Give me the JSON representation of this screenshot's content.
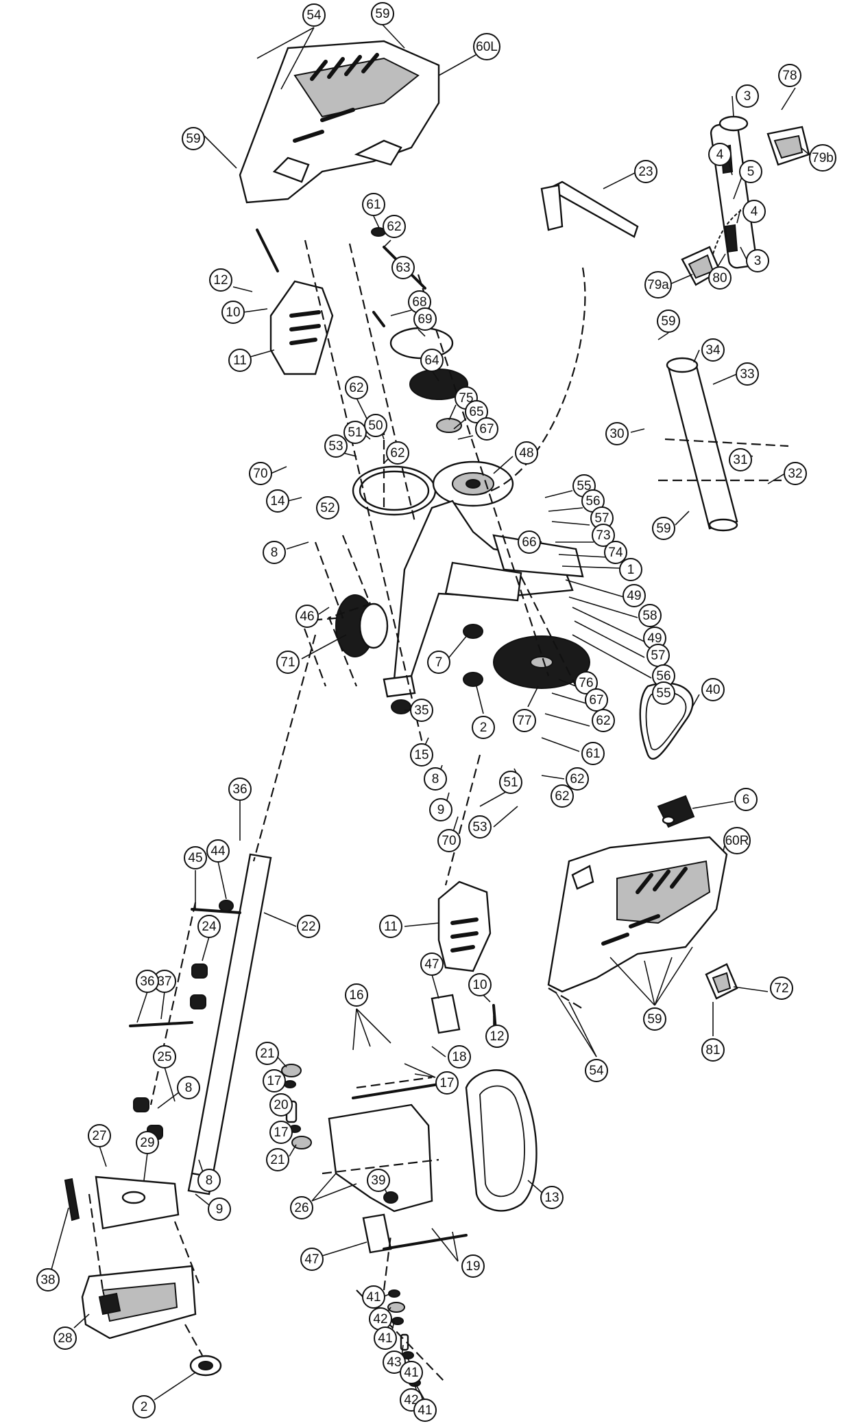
{
  "diagram": {
    "type": "exploded-parts-view",
    "callouts": [
      {
        "id": "54-top",
        "label": "54",
        "leaders": "multi"
      },
      {
        "id": "59-top",
        "label": "59"
      },
      {
        "id": "60L",
        "label": "60L"
      },
      {
        "id": "59-left",
        "label": "59"
      },
      {
        "id": "3-top",
        "label": "3"
      },
      {
        "id": "78",
        "label": "78"
      },
      {
        "id": "79b",
        "label": "79b"
      },
      {
        "id": "4-a",
        "label": "4"
      },
      {
        "id": "5",
        "label": "5"
      },
      {
        "id": "4-b",
        "label": "4"
      },
      {
        "id": "3-bottom",
        "label": "3"
      },
      {
        "id": "80",
        "label": "80"
      },
      {
        "id": "79a",
        "label": "79a"
      },
      {
        "id": "23",
        "label": "23"
      },
      {
        "id": "61-top",
        "label": "61"
      },
      {
        "id": "62-a",
        "label": "62"
      },
      {
        "id": "63",
        "label": "63"
      },
      {
        "id": "68",
        "label": "68"
      },
      {
        "id": "69",
        "label": "69"
      },
      {
        "id": "64",
        "label": "64"
      },
      {
        "id": "75",
        "label": "75"
      },
      {
        "id": "65",
        "label": "65"
      },
      {
        "id": "67-a",
        "label": "67"
      },
      {
        "id": "12-top",
        "label": "12"
      },
      {
        "id": "10-top",
        "label": "10"
      },
      {
        "id": "11-top",
        "label": "11"
      },
      {
        "id": "62-b",
        "label": "62"
      },
      {
        "id": "51-top",
        "label": "51"
      },
      {
        "id": "50",
        "label": "50"
      },
      {
        "id": "53-top",
        "label": "53"
      },
      {
        "id": "62-c",
        "label": "62"
      },
      {
        "id": "48",
        "label": "48"
      },
      {
        "id": "70-top",
        "label": "70"
      },
      {
        "id": "14",
        "label": "14"
      },
      {
        "id": "52",
        "label": "52"
      },
      {
        "id": "8-top",
        "label": "8"
      },
      {
        "id": "59-mid",
        "label": "59"
      },
      {
        "id": "34",
        "label": "34"
      },
      {
        "id": "33",
        "label": "33"
      },
      {
        "id": "30",
        "label": "30"
      },
      {
        "id": "31",
        "label": "31"
      },
      {
        "id": "32",
        "label": "32"
      },
      {
        "id": "59-tube",
        "label": "59"
      },
      {
        "id": "55-a",
        "label": "55"
      },
      {
        "id": "56-a",
        "label": "56"
      },
      {
        "id": "57-a",
        "label": "57"
      },
      {
        "id": "66",
        "label": "66"
      },
      {
        "id": "73",
        "label": "73"
      },
      {
        "id": "74",
        "label": "74"
      },
      {
        "id": "1",
        "label": "1"
      },
      {
        "id": "49-a",
        "label": "49"
      },
      {
        "id": "58",
        "label": "58"
      },
      {
        "id": "49-b",
        "label": "49"
      },
      {
        "id": "57-b",
        "label": "57"
      },
      {
        "id": "56-b",
        "label": "56"
      },
      {
        "id": "55-b",
        "label": "55"
      },
      {
        "id": "46",
        "label": "46"
      },
      {
        "id": "71",
        "label": "71"
      },
      {
        "id": "7",
        "label": "7"
      },
      {
        "id": "76",
        "label": "76"
      },
      {
        "id": "67-b",
        "label": "67"
      },
      {
        "id": "62-d",
        "label": "62"
      },
      {
        "id": "61-bottom",
        "label": "61"
      },
      {
        "id": "77",
        "label": "77"
      },
      {
        "id": "2-mid",
        "label": "2"
      },
      {
        "id": "35",
        "label": "35"
      },
      {
        "id": "15",
        "label": "15"
      },
      {
        "id": "8-mid",
        "label": "8"
      },
      {
        "id": "9-mid",
        "label": "9"
      },
      {
        "id": "70-bottom",
        "label": "70"
      },
      {
        "id": "62-e",
        "label": "62"
      },
      {
        "id": "51-bottom",
        "label": "51"
      },
      {
        "id": "62-f",
        "label": "62"
      },
      {
        "id": "53-bottom",
        "label": "53"
      },
      {
        "id": "40",
        "label": "40"
      },
      {
        "id": "6",
        "label": "6"
      },
      {
        "id": "60R",
        "label": "60R"
      },
      {
        "id": "36-top",
        "label": "36"
      },
      {
        "id": "44",
        "label": "44"
      },
      {
        "id": "45",
        "label": "45"
      },
      {
        "id": "22",
        "label": "22"
      },
      {
        "id": "24",
        "label": "24"
      },
      {
        "id": "37",
        "label": "37"
      },
      {
        "id": "36-bottom",
        "label": "36"
      },
      {
        "id": "11-bottom",
        "label": "11"
      },
      {
        "id": "47-top",
        "label": "47"
      },
      {
        "id": "10-bottom",
        "label": "10"
      },
      {
        "id": "12-bottom",
        "label": "12"
      },
      {
        "id": "72",
        "label": "72"
      },
      {
        "id": "81",
        "label": "81"
      },
      {
        "id": "54-bottom",
        "label": "54"
      },
      {
        "id": "59-bottom",
        "label": "59"
      },
      {
        "id": "16",
        "label": "16"
      },
      {
        "id": "17-a",
        "label": "17"
      },
      {
        "id": "18",
        "label": "18"
      },
      {
        "id": "25",
        "label": "25"
      },
      {
        "id": "8-bottom",
        "label": "8"
      },
      {
        "id": "21-a",
        "label": "21"
      },
      {
        "id": "17-b",
        "label": "17"
      },
      {
        "id": "20",
        "label": "20"
      },
      {
        "id": "17-c",
        "label": "17"
      },
      {
        "id": "21-b",
        "label": "21"
      },
      {
        "id": "13",
        "label": "13"
      },
      {
        "id": "27",
        "label": "27"
      },
      {
        "id": "29",
        "label": "29"
      },
      {
        "id": "26",
        "label": "26"
      },
      {
        "id": "39",
        "label": "39"
      },
      {
        "id": "8-foot",
        "label": "8"
      },
      {
        "id": "9-foot",
        "label": "9"
      },
      {
        "id": "19",
        "label": "19"
      },
      {
        "id": "38",
        "label": "38"
      },
      {
        "id": "47-bottom",
        "label": "47"
      },
      {
        "id": "28",
        "label": "28"
      },
      {
        "id": "41-a",
        "label": "41"
      },
      {
        "id": "42-a",
        "label": "42"
      },
      {
        "id": "41-b",
        "label": "41"
      },
      {
        "id": "43",
        "label": "43"
      },
      {
        "id": "41-c",
        "label": "41"
      },
      {
        "id": "42-b",
        "label": "42"
      },
      {
        "id": "41-d",
        "label": "41"
      },
      {
        "id": "2-bottom",
        "label": "2"
      }
    ]
  }
}
